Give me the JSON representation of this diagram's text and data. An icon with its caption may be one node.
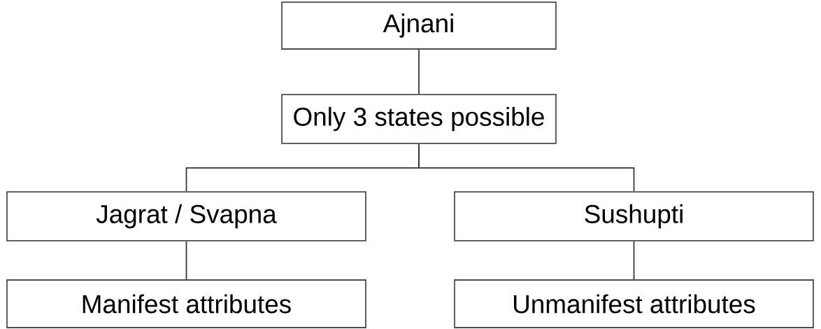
{
  "diagram": {
    "nodes": [
      {
        "text": [
          "Ajnani"
        ]
      },
      {
        "text": [
          "Only 3 states possible"
        ]
      },
      {
        "text": [
          "Jagrat / Svapna"
        ]
      },
      {
        "text": [
          "Sushupti"
        ]
      },
      {
        "text": [
          "Manifest attributes"
        ]
      },
      {
        "text": [
          "Unmanifest attributes"
        ]
      }
    ],
    "edges": [
      {
        "from": 0,
        "to": 1,
        "arrow": "none"
      },
      {
        "from": 1,
        "to": 2,
        "arrow": "none"
      },
      {
        "from": 1,
        "to": 3,
        "arrow": "none"
      },
      {
        "from": 2,
        "to": 4,
        "arrow": "none"
      },
      {
        "from": 3,
        "to": 5,
        "arrow": "none"
      }
    ]
  }
}
